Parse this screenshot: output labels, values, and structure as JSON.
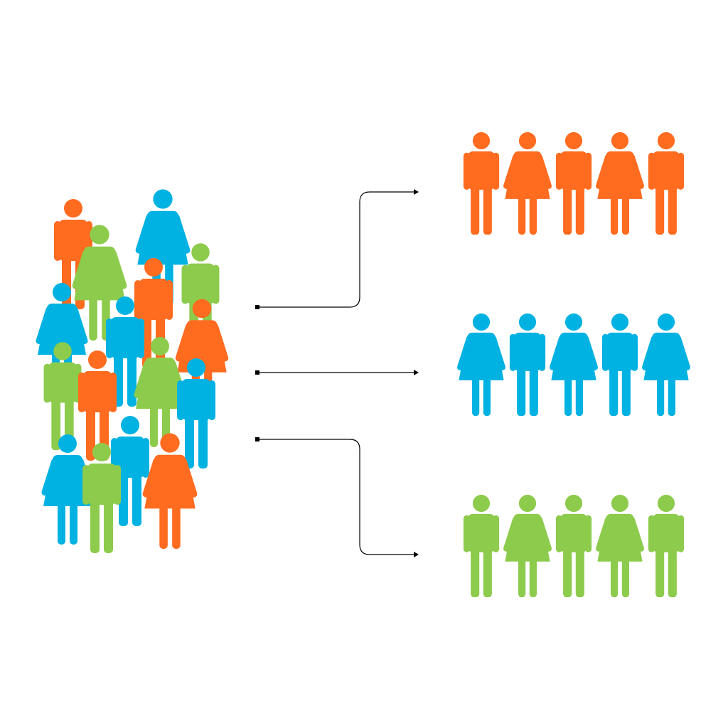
{
  "colors": {
    "orange": "#FF6B1F",
    "blue": "#00B2E2",
    "green": "#8DCB4D",
    "connector": "#000000",
    "background": "#FFFFFF"
  },
  "crowd": {
    "icon": "person-icon",
    "figures": [
      {
        "color": "orange",
        "type": "male"
      },
      {
        "color": "blue",
        "type": "female"
      },
      {
        "color": "green",
        "type": "male"
      },
      {
        "color": "green",
        "type": "female"
      },
      {
        "color": "orange",
        "type": "male"
      },
      {
        "color": "blue",
        "type": "female"
      },
      {
        "color": "blue",
        "type": "male"
      },
      {
        "color": "orange",
        "type": "female"
      },
      {
        "color": "green",
        "type": "male"
      },
      {
        "color": "green",
        "type": "female"
      },
      {
        "color": "orange",
        "type": "male"
      },
      {
        "color": "blue",
        "type": "male"
      },
      {
        "color": "blue",
        "type": "male"
      },
      {
        "color": "blue",
        "type": "female"
      },
      {
        "color": "green",
        "type": "male"
      },
      {
        "color": "orange",
        "type": "female"
      }
    ]
  },
  "connectors": [
    {
      "target": "orange-group",
      "style": "elbow-up"
    },
    {
      "target": "blue-group",
      "style": "straight"
    },
    {
      "target": "green-group",
      "style": "elbow-down"
    }
  ],
  "groups": [
    {
      "name": "orange-group",
      "color": "orange",
      "count": 5,
      "figures": [
        "male",
        "female",
        "male",
        "female",
        "male"
      ]
    },
    {
      "name": "blue-group",
      "color": "blue",
      "count": 5,
      "figures": [
        "female",
        "male",
        "female",
        "male",
        "female"
      ]
    },
    {
      "name": "green-group",
      "color": "green",
      "count": 5,
      "figures": [
        "male",
        "female",
        "male",
        "female",
        "male"
      ]
    }
  ]
}
